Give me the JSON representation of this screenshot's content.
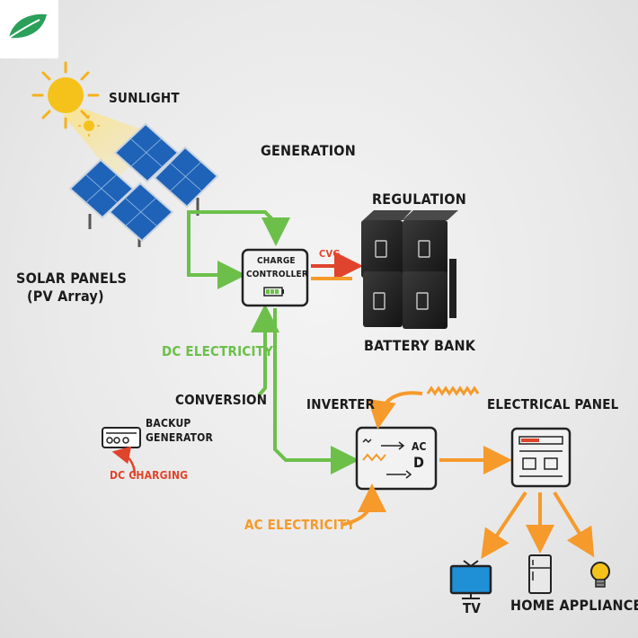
{
  "labels": {
    "sunlight": "SUNLIGHT",
    "generation": "GENERATION",
    "regulation": "REGULATION",
    "solar_panels": "SOLAR PANELS",
    "pv_array": "(PV Array)",
    "charge": "CHARGE",
    "controller": "CONTROLLER",
    "cvg": "CVG",
    "battery_bank": "BATTERY BANK",
    "dc_electricity": "DC ELECTRICITY",
    "conversion": "CONVERSION",
    "backup": "BACKUP",
    "generator": "GENERATOR",
    "dc_charging": "DC CHARGING",
    "inverter": "INVERTER",
    "electrical_panel": "ELECTRICAL PANEL",
    "ac": "AC",
    "d": "D",
    "ac_electricity": "AC ELECTRICITY",
    "tv": "TV",
    "home_appliances": "HOME APPLIANCES"
  },
  "colors": {
    "green": "#6cc04a",
    "orange": "#f59a2b",
    "red": "#e0442c",
    "dark": "#1b1b1b",
    "logo_green": "#2aa05a"
  },
  "icons": [
    "leaf-logo-icon",
    "sun-icon",
    "solar-panel-icon",
    "battery-icon",
    "generator-icon",
    "tv-icon",
    "fridge-icon",
    "light-bulb-icon"
  ]
}
